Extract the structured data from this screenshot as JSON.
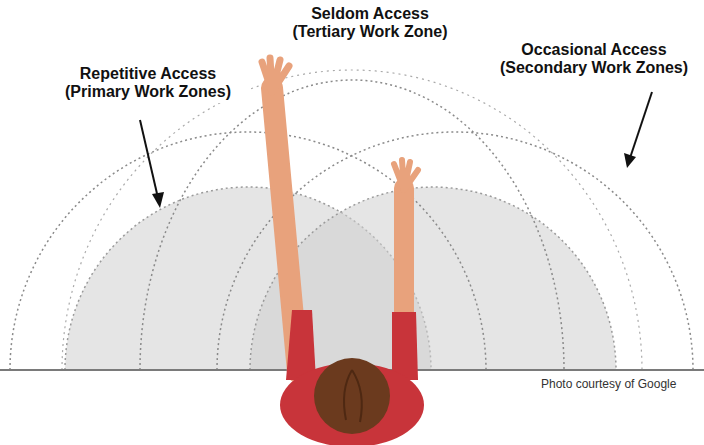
{
  "diagram": {
    "labels": [
      "Seldom Access (Tertiary Work Zone)",
      "Repetitive Access (Primary Work Zones)",
      "Occasional Access (Secondary Work Zones)",
      "Photo courtesy of Google"
    ]
  }
}
